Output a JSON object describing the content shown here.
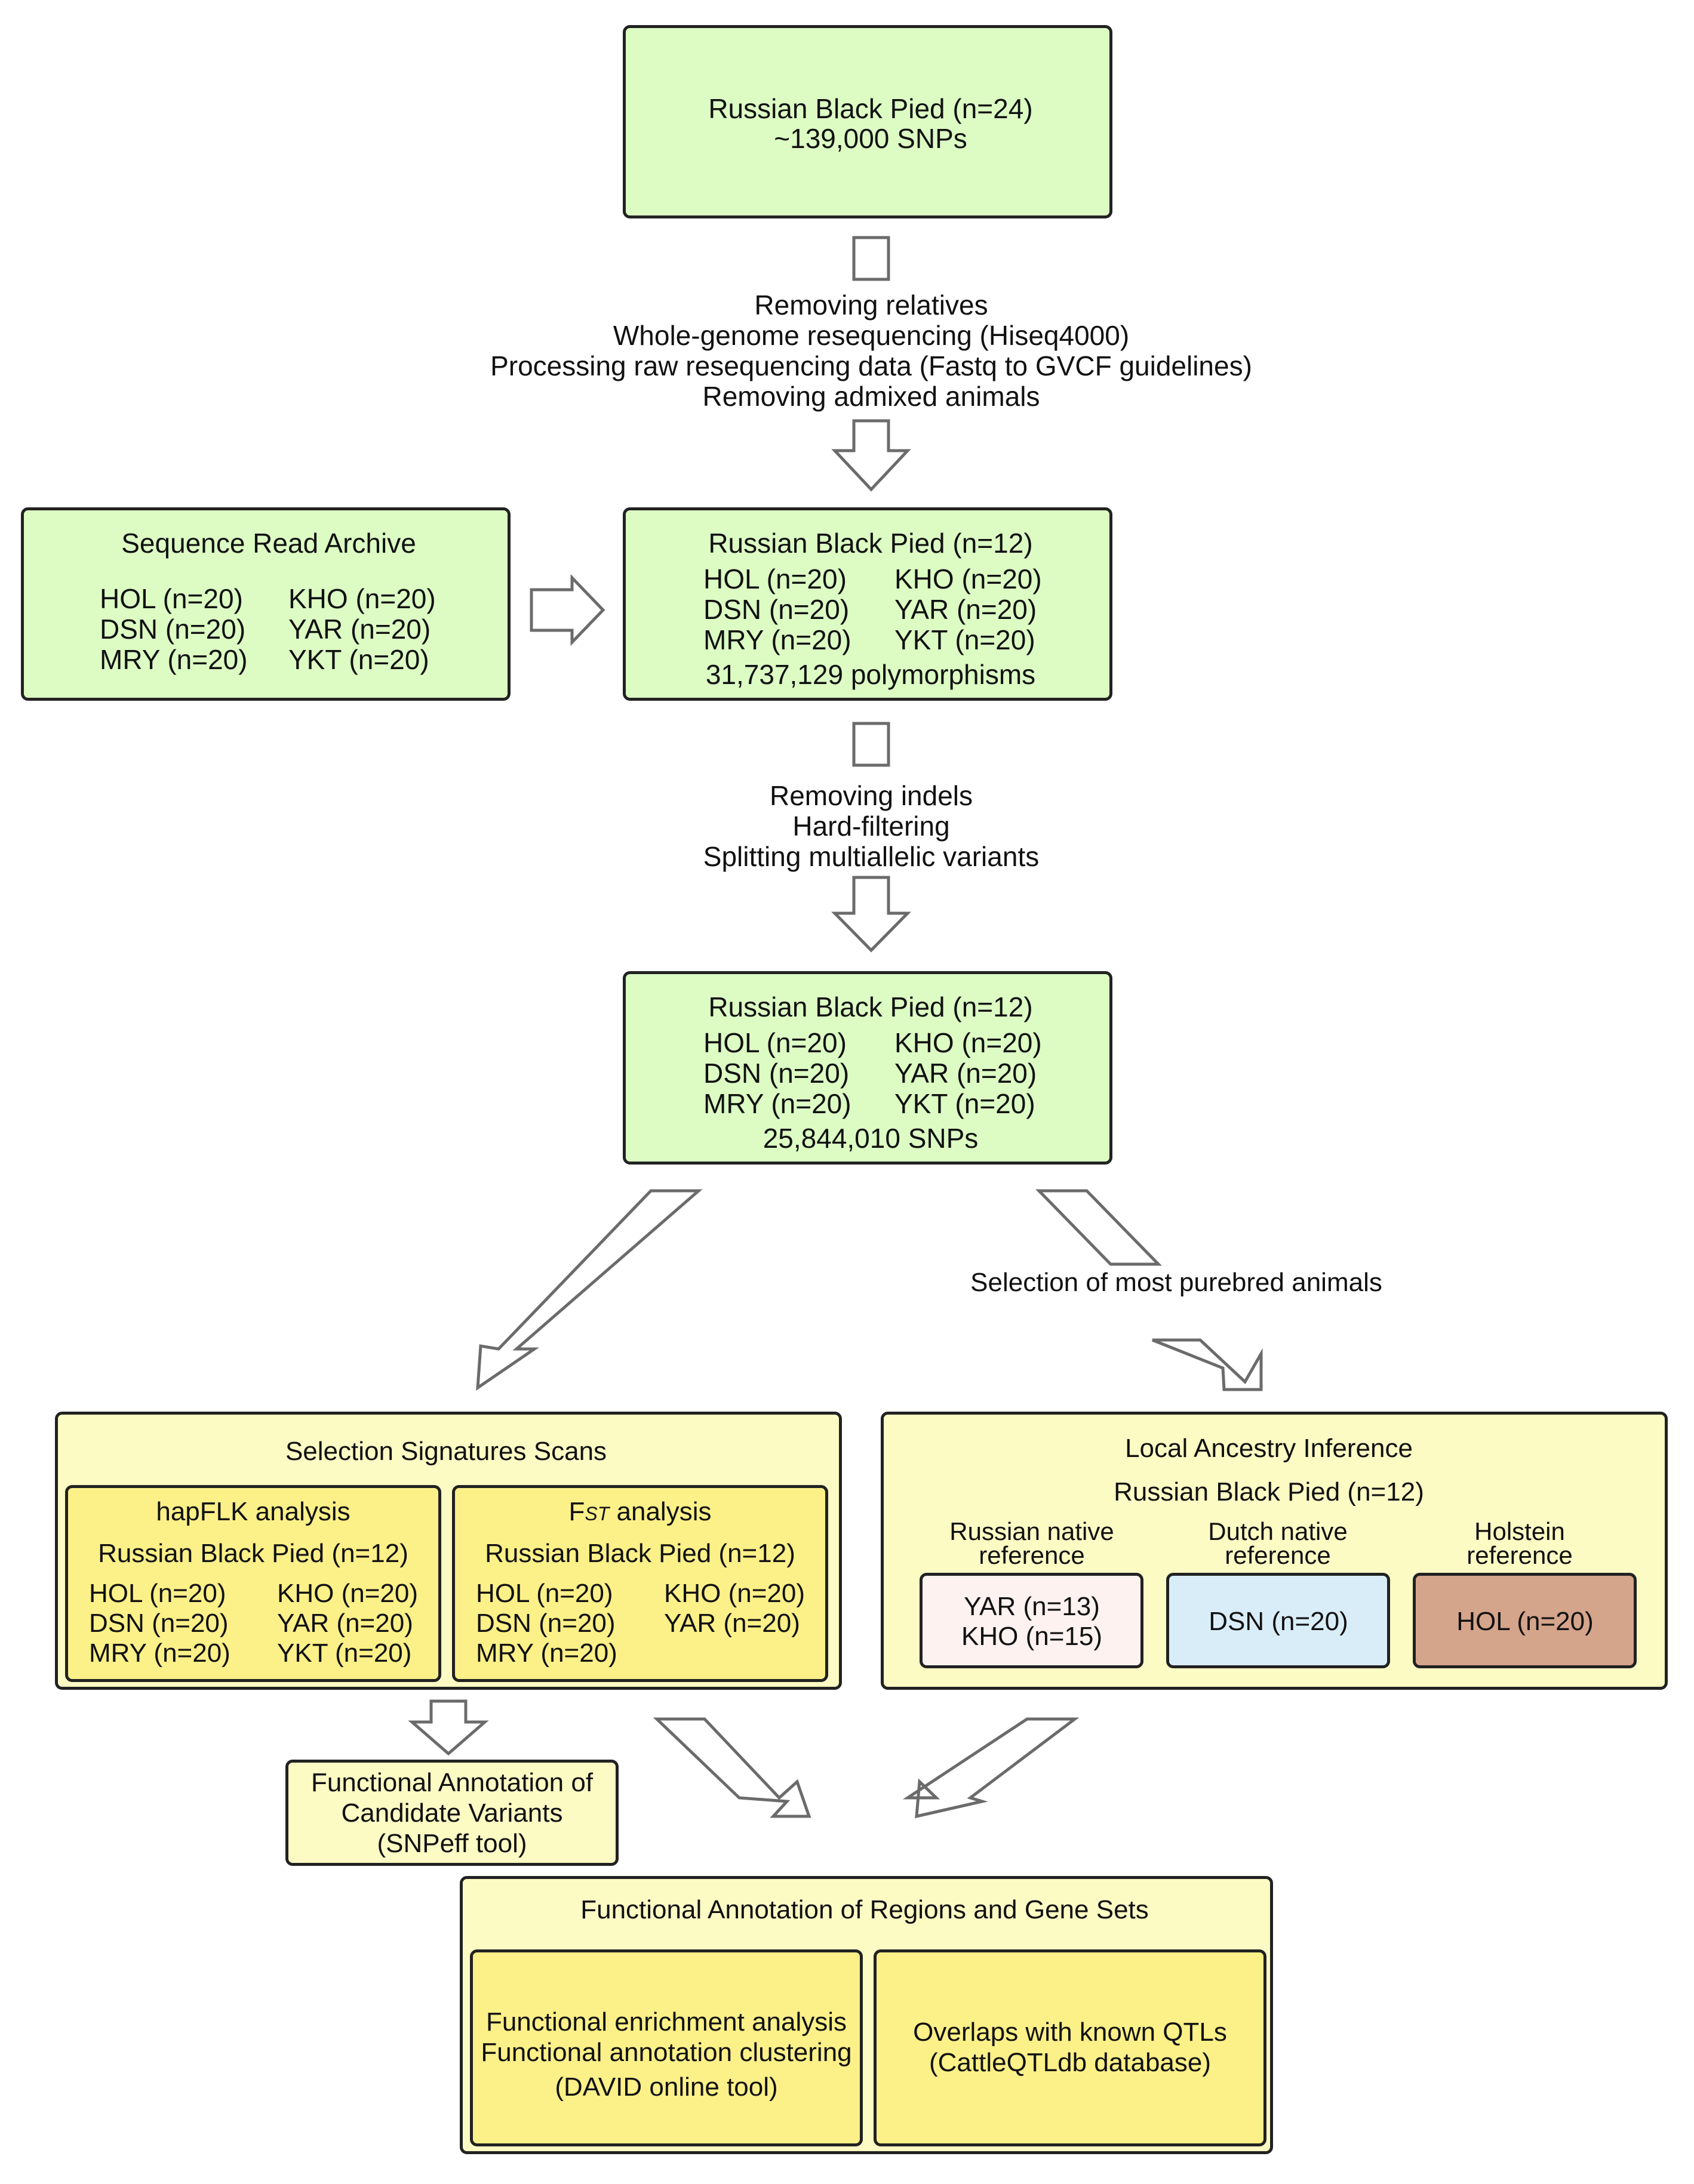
{
  "top_box": {
    "line1": "Russian Black Pied (n=24)",
    "line2": "~139,000 SNPs"
  },
  "step1": {
    "lines": [
      "Removing relatives",
      "Whole-genome resequencing (Hiseq4000)",
      "Processing raw resequencing data (Fastq to GVCF guidelines)",
      "Removing admixed animals"
    ]
  },
  "sra_box": {
    "title": "Sequence Read Archive",
    "left": [
      "HOL (n=20)",
      "DSN (n=20)",
      "MRY (n=20)"
    ],
    "right": [
      "KHO (n=20)",
      "YAR (n=20)",
      "YKT (n=20)"
    ]
  },
  "mid_box": {
    "title": "Russian Black Pied (n=12)",
    "left": [
      "HOL (n=20)",
      "DSN (n=20)",
      "MRY (n=20)"
    ],
    "right": [
      "KHO (n=20)",
      "YAR (n=20)",
      "YKT (n=20)"
    ],
    "footer": "31,737,129 polymorphisms"
  },
  "step2": {
    "lines": [
      "Removing indels",
      "Hard-filtering",
      "Splitting multiallelic variants"
    ]
  },
  "snp_box": {
    "title": "Russian Black Pied (n=12)",
    "left": [
      "HOL (n=20)",
      "DSN (n=20)",
      "MRY (n=20)"
    ],
    "right": [
      "KHO (n=20)",
      "YAR (n=20)",
      "YKT (n=20)"
    ],
    "footer": "25,844,010 SNPs"
  },
  "selection_label": "Selection of most purebred animals",
  "scans_panel": {
    "title": "Selection Signatures Scans",
    "hapflk": {
      "title": "hapFLK analysis",
      "subtitle": "Russian Black Pied (n=12)",
      "left": [
        "HOL (n=20)",
        "DSN (n=20)",
        "MRY (n=20)"
      ],
      "right": [
        "KHO (n=20)",
        "YAR (n=20)",
        "YKT (n=20)"
      ]
    },
    "fst": {
      "title_main": "F",
      "title_sub": "ST",
      "title_rest": " analysis",
      "subtitle": "Russian Black Pied (n=12)",
      "left": [
        "HOL (n=20)",
        "DSN (n=20)",
        "MRY (n=20)"
      ],
      "right": [
        "KHO (n=20)",
        "YAR (n=20)"
      ]
    }
  },
  "ancestry_panel": {
    "title": "Local Ancestry Inference",
    "subtitle": "Russian Black Pied (n=12)",
    "refs": [
      {
        "label": [
          "Russian native",
          "reference"
        ],
        "lines": [
          "YAR (n=13)",
          "KHO (n=15)"
        ],
        "color": "#fdf2f0"
      },
      {
        "label": [
          "Dutch native",
          "reference"
        ],
        "lines": [
          "DSN (n=20)"
        ],
        "color": "#d9edf9"
      },
      {
        "label": [
          "Holstein",
          "reference"
        ],
        "lines": [
          "HOL (n=20)"
        ],
        "color": "#d4a48b"
      }
    ]
  },
  "annot_box": {
    "lines": [
      "Functional Annotation of",
      "Candidate Variants",
      "(SNPeff tool)"
    ]
  },
  "final_panel": {
    "title": "Functional Annotation of Regions and Gene Sets",
    "left_lines": [
      "Functional enrichment analysis",
      "Functional annotation clustering",
      "(DAVID online tool)"
    ],
    "right_lines": [
      "Overlaps with known QTLs",
      "(CattleQTLdb database)"
    ]
  }
}
